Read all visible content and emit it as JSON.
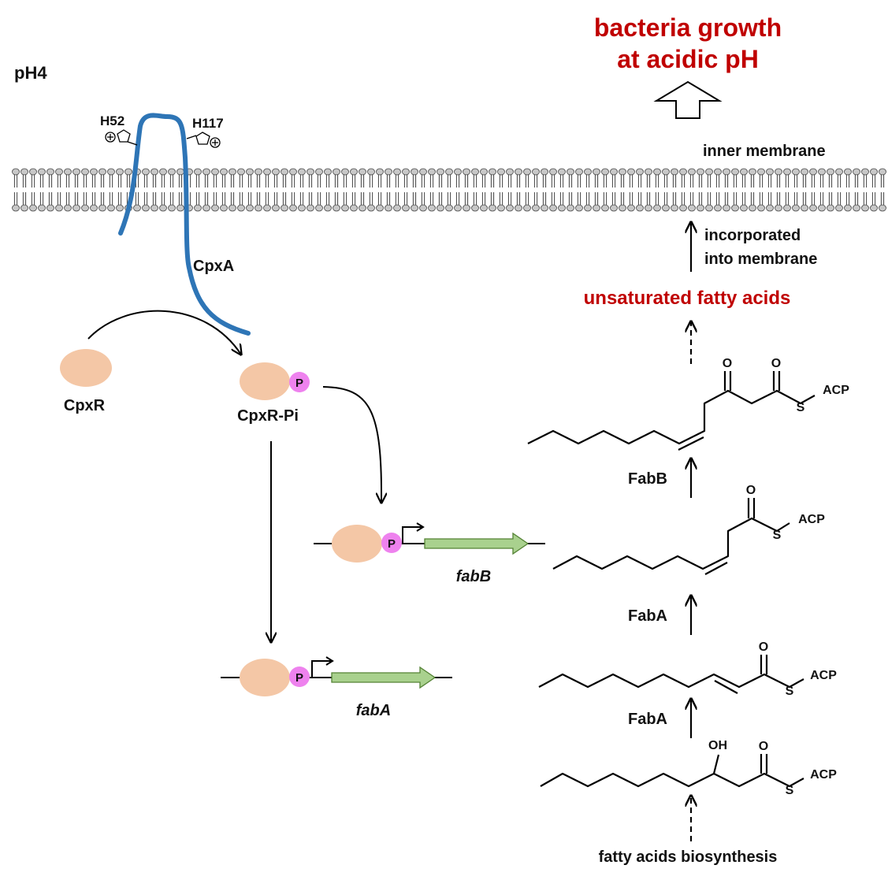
{
  "title": {
    "line1": "bacteria growth",
    "line2": "at acidic pH",
    "color": "#c00000"
  },
  "condition": "pH4",
  "membrane": {
    "label": "inner membrane",
    "incorporated_line1": "incorporated",
    "incorporated_line2": "into membrane"
  },
  "cpxa": {
    "label": "CpxA",
    "residue_left": "H52",
    "residue_right": "H117",
    "color": "#2e75b6"
  },
  "cpxr": {
    "label": "CpxR",
    "phospho_label": "CpxR-Pi",
    "phospho_symbol": "P",
    "protein_color": "#f4c7a6",
    "phospho_color": "#ee82ee"
  },
  "genes": {
    "fabB": "fabB",
    "fabA": "fabA",
    "arrow_color": "#a9d18e"
  },
  "pathway": {
    "product": "unsaturated fatty acids",
    "enzyme_top": "FabB",
    "enzyme_mid": "FabA",
    "enzyme_bottom": "FabA",
    "start": "fatty acids biosynthesis",
    "acp": "ACP",
    "sulfur": "S",
    "oxygen": "O",
    "hydroxyl": "OH"
  }
}
